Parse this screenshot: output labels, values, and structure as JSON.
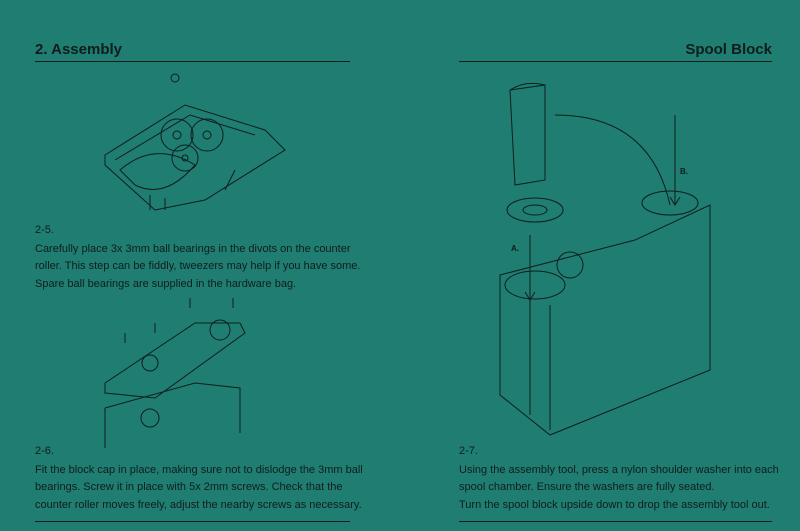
{
  "left_page": {
    "title": "2. Assembly",
    "steps": [
      {
        "number": "2-5.",
        "lines": [
          "Carefully place 3x 3mm ball bearings in the divots on the counter",
          "roller. This step can be fiddly, tweezers may help if you have some.",
          "Spare ball bearings are supplied in the hardware bag."
        ]
      },
      {
        "number": "2-6.",
        "lines": [
          "Fit the block cap in place, making sure not to dislodge the 3mm ball",
          "bearings. Screw it in place with 5x 2mm screws. Check that the",
          "counter roller moves freely, adjust the nearby screws as necessary."
        ]
      }
    ]
  },
  "right_page": {
    "title": "Spool Block",
    "figure_labels": {
      "a": "A.",
      "b": "B."
    },
    "steps": [
      {
        "number": "2-7.",
        "lines": [
          "Using the assembly tool, press a nylon shoulder washer into each",
          "spool chamber. Ensure the washers are fully seated.",
          "Turn the spool block upside down to drop the assembly tool out."
        ]
      }
    ]
  }
}
